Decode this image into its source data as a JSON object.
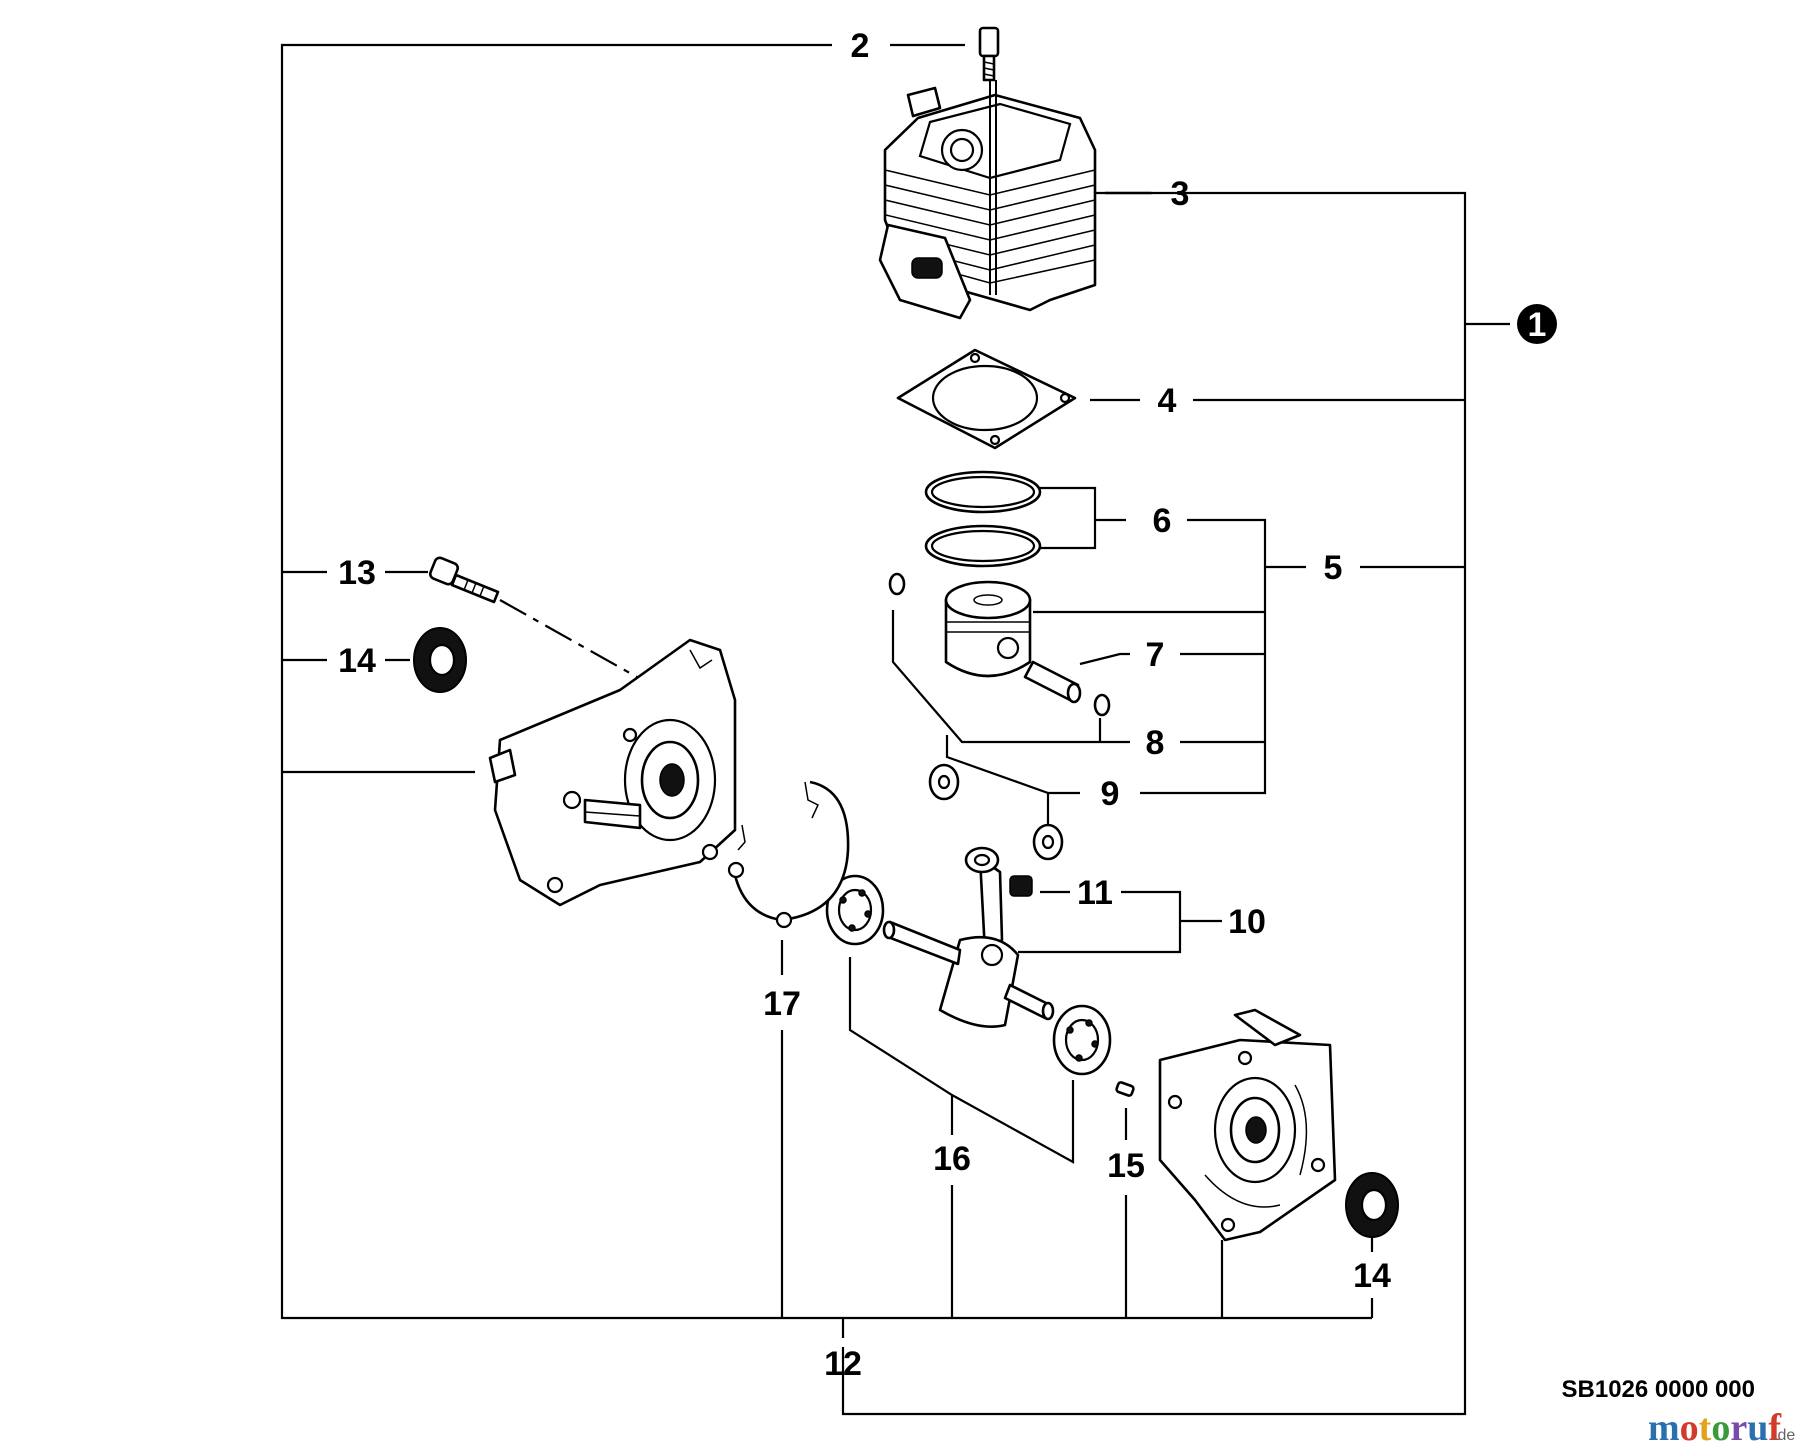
{
  "callouts": {
    "c1": "1",
    "c2": "2",
    "c3": "3",
    "c4": "4",
    "c5": "5",
    "c6": "6",
    "c7": "7",
    "c8": "8",
    "c9": "9",
    "c10": "10",
    "c11": "11",
    "c12": "12",
    "c13": "13",
    "c14a": "14",
    "c14b": "14",
    "c15": "15",
    "c16": "16",
    "c17": "17"
  },
  "diagram_code": "SB1026 0000 000",
  "watermark": {
    "main": "motoruf",
    "suffix": ".de"
  },
  "colors": {
    "m": "#2a6fb0",
    "o": "#d23a2a",
    "t": "#e3a21a",
    "r": "#3a9a3a",
    "u": "#7a4aa8",
    "f": "#2a6fb0"
  }
}
